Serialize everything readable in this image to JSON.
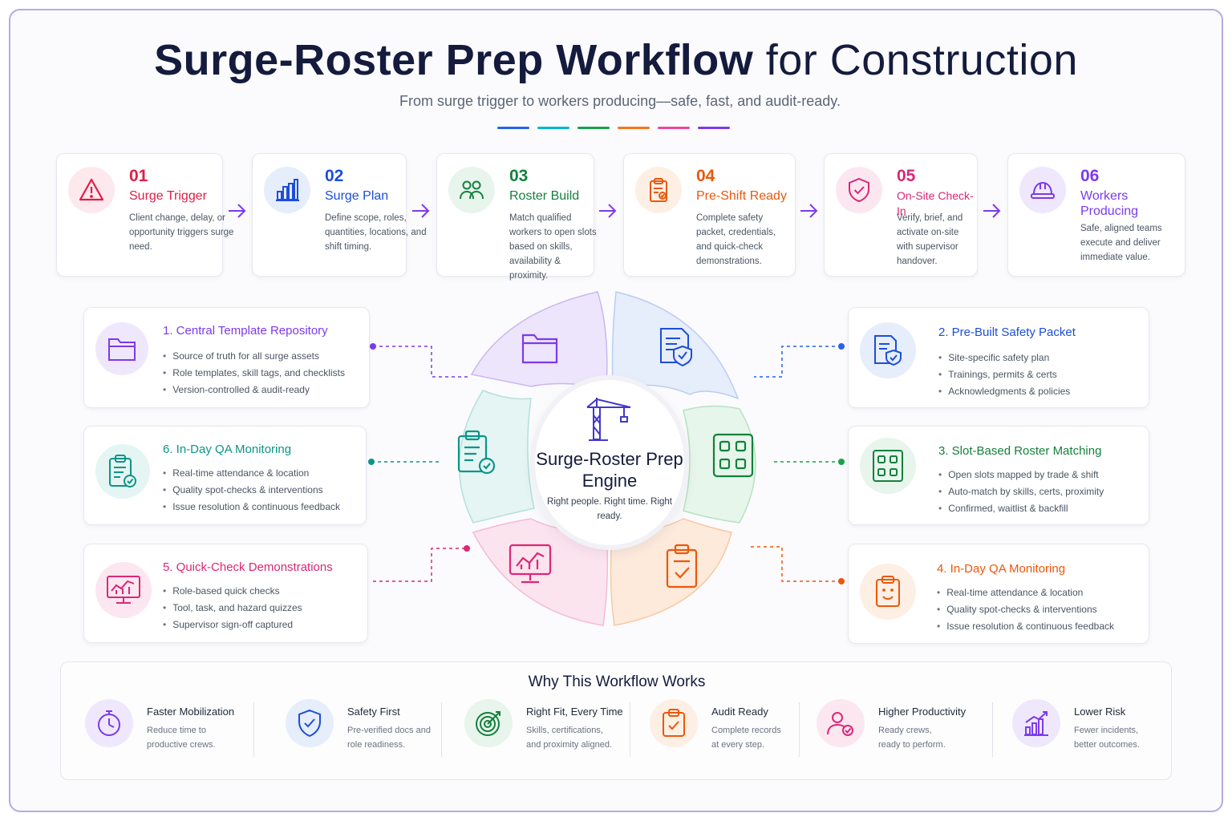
{
  "title": {
    "bold": "Surge-Roster Prep Workflow",
    "light": "for Construction"
  },
  "subtitle": "From surge  trigger to workers producing—safe, fast, and audit-ready.",
  "rule_colors": [
    "#2563eb",
    "#06b6d4",
    "#16a34a",
    "#f97316",
    "#ec4899",
    "#7c3aed"
  ],
  "steps": [
    {
      "num": "01",
      "label": "Surge Trigger",
      "desc": "Client change, delay, or opportunity triggers surge need.",
      "color": "#e11d48",
      "icon": "alert-triangle-icon"
    },
    {
      "num": "02",
      "label": "Surge Plan",
      "desc": "Define scope, roles, quantities, locations, and shift timing.",
      "color": "#1d4ed8",
      "icon": "bar-chart-icon"
    },
    {
      "num": "03",
      "label": "Roster Build",
      "desc": "Match qualified workers to open slots based on skills, availability & proximity.",
      "color": "#15803d",
      "icon": "people-icon"
    },
    {
      "num": "04",
      "label": "Pre-Shift Ready",
      "desc": "Complete safety packet, credentials, and quick-check demonstrations.",
      "color": "#ea580c",
      "icon": "clipboard-check-icon"
    },
    {
      "num": "05",
      "label": "On-Site Check-In",
      "desc": "Verify, brief, and activate on-site with supervisor handover.",
      "color": "#db2777",
      "icon": "shield-check-icon"
    },
    {
      "num": "06",
      "label": "Workers Producing",
      "desc": "Safe, aligned teams execute and deliver immediate value.",
      "color": "#7c3aed",
      "icon": "hard-hat-icon"
    }
  ],
  "engine": {
    "title": "Surge-Roster Prep Engine",
    "subtitle": "Right people. Right time. Right ready."
  },
  "features": [
    {
      "title": "1.  Central Template Repository",
      "color": "#7c3aed",
      "bullets": [
        "Source of truth for all surge assets",
        "Role templates, skill tags, and checklists",
        "Version-controlled & audit-ready"
      ]
    },
    {
      "title": "2.  Pre-Built Safety Packet",
      "color": "#1d4ed8",
      "bullets": [
        "Site-specific safety plan",
        "Trainings, permits & certs",
        "Acknowledgments & policies"
      ]
    },
    {
      "title": "3.  Slot-Based Roster Matching",
      "color": "#15803d",
      "bullets": [
        "Open slots mapped by trade & shift",
        "Auto-match by skills, certs, proximity",
        "Confirmed, waitlist & backfill"
      ]
    },
    {
      "title": "4.  In-Day QA Monitoring",
      "color": "#ea580c",
      "bullets": [
        "Real-time attendance & location",
        "Quality spot-checks & interventions",
        "Issue resolution & continuous feedback"
      ]
    },
    {
      "title": "5.  Quick-Check Demonstrations",
      "color": "#db2777",
      "bullets": [
        "Role-based quick checks",
        "Tool, task, and hazard quizzes",
        "Supervisor sign-off captured"
      ]
    },
    {
      "title": "6.  In-Day QA Monitoring",
      "color": "#0d9488",
      "bullets": [
        "Real-time attendance & location",
        "Quality spot-checks & interventions",
        "Issue resolution & continuous feedback"
      ]
    }
  ],
  "why": {
    "title": "Why This Workflow Works",
    "benefits": [
      {
        "title": "Faster Mobilization",
        "desc1": "Reduce time to",
        "desc2": "productive crews.",
        "color": "#7c3aed"
      },
      {
        "title": "Safety First",
        "desc1": "Pre-verified docs and",
        "desc2": "role readiness.",
        "color": "#1d4ed8"
      },
      {
        "title": "Right Fit, Every Time",
        "desc1": "Skills, certifications,",
        "desc2": "and proximity aligned.",
        "color": "#15803d"
      },
      {
        "title": "Audit Ready",
        "desc1": "Complete records",
        "desc2": "at every step.",
        "color": "#ea580c"
      },
      {
        "title": "Higher Productivity",
        "desc1": "Ready crews,",
        "desc2": "ready to perform.",
        "color": "#db2777"
      },
      {
        "title": "Lower Risk",
        "desc1": "Fewer incidents,",
        "desc2": "better outcomes.",
        "color": "#7c3aed"
      }
    ]
  }
}
